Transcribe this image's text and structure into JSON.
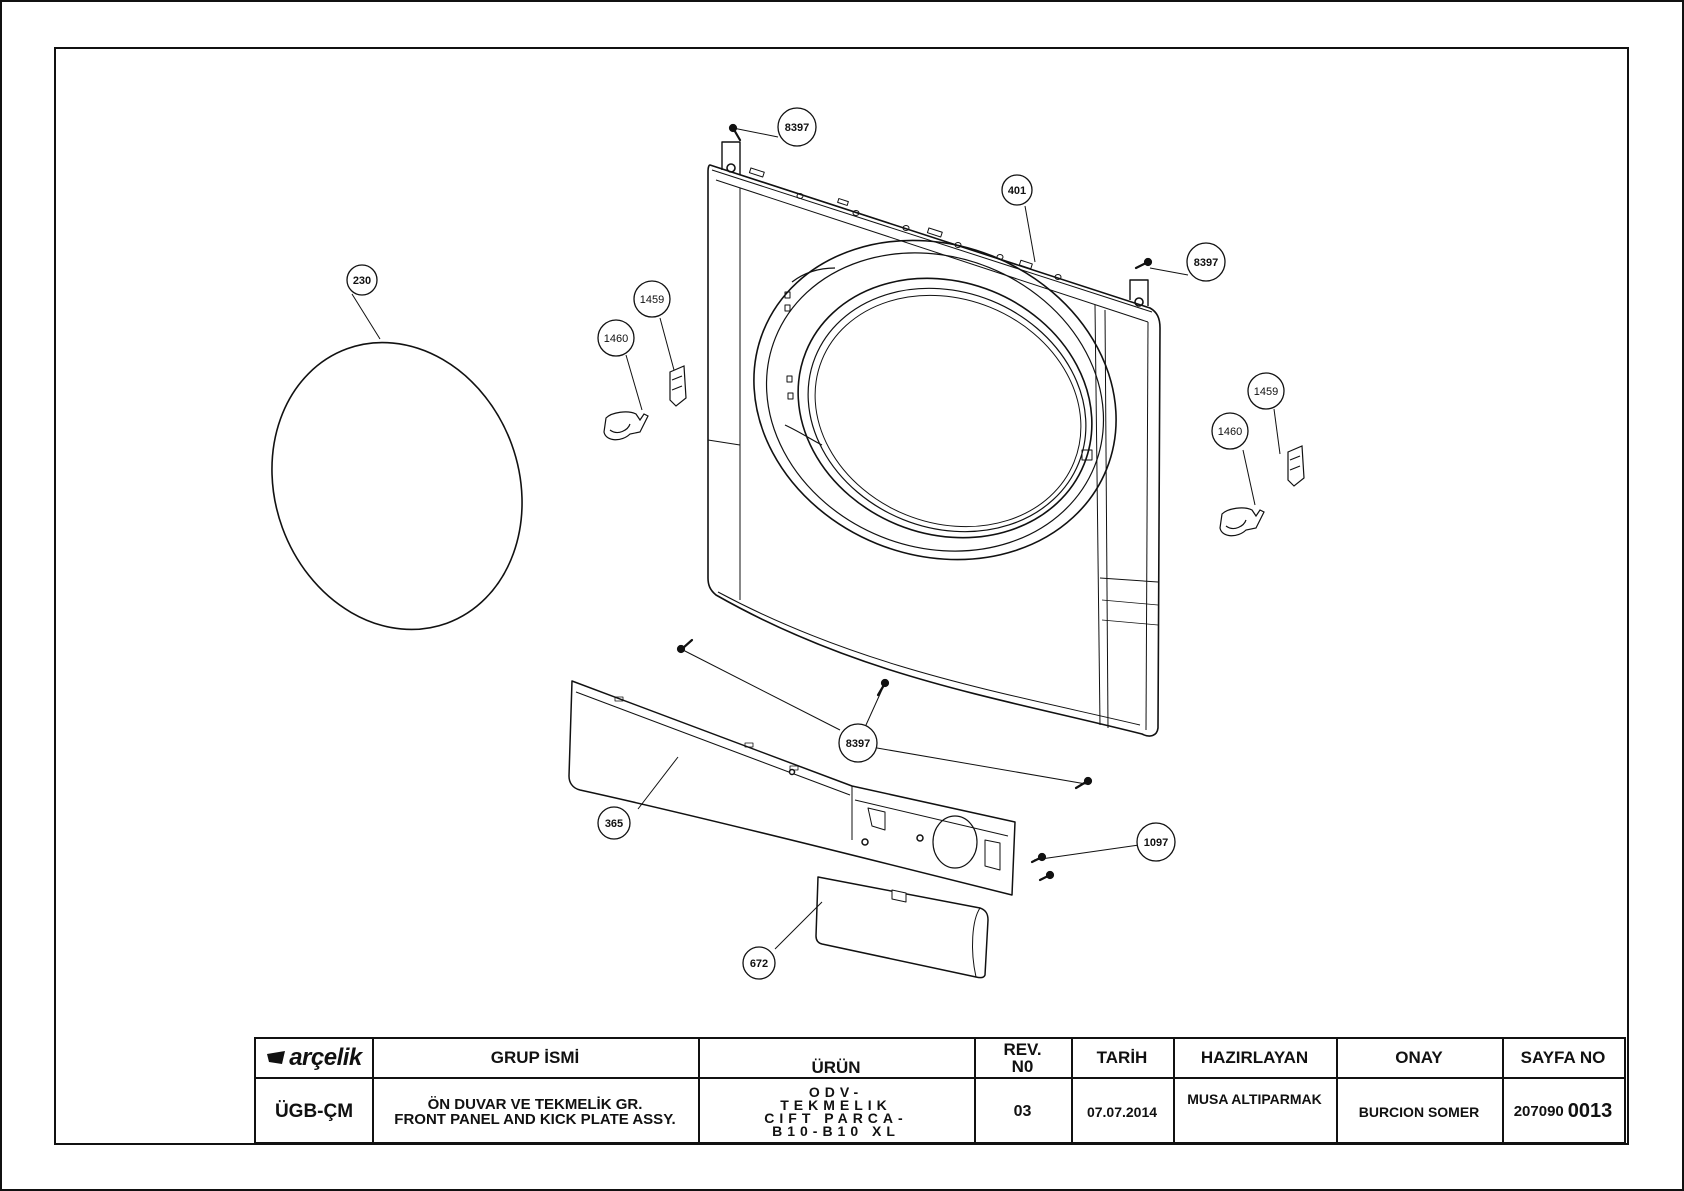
{
  "parts": [
    {
      "id": "panel-top-screw-left",
      "label": "8397"
    },
    {
      "id": "top-rail",
      "label": "401"
    },
    {
      "id": "panel-top-screw-right",
      "label": "8397"
    },
    {
      "id": "door-glass",
      "label": "230"
    },
    {
      "id": "hinge-left-upper",
      "label": "1459"
    },
    {
      "id": "hinge-left-lower",
      "label": "1460"
    },
    {
      "id": "hinge-right-upper",
      "label": "1459"
    },
    {
      "id": "hinge-right-lower",
      "label": "1460"
    },
    {
      "id": "kick-plate-screws",
      "label": "8397"
    },
    {
      "id": "kick-plate",
      "label": "365"
    },
    {
      "id": "service-screws",
      "label": "1097"
    },
    {
      "id": "service-cover",
      "label": "672"
    }
  ],
  "title_block": {
    "logo": "arçelik",
    "headers": {
      "group": "GRUP İSMİ",
      "product": "ÜRÜN",
      "rev": [
        "REV.",
        "N0"
      ],
      "date": "TARİH",
      "prepared": "HAZIRLAYAN",
      "approval": "ONAY",
      "page": "SAYFA NO"
    },
    "values": {
      "code": "ÜGB-ÇM",
      "group_tr": "ÖN DUVAR VE TEKMELİK GR.",
      "group_en": "FRONT PANEL AND KICK PLATE ASSY.",
      "product_lines": [
        "ODV-",
        "TEKMELIK",
        "CIFT PARCA-",
        "B10-B10 XL"
      ],
      "rev": "03",
      "date": "07.07.2014",
      "prepared_by": "MUSA ALTIPARMAK",
      "approved_by": "BURCION SOMER",
      "page_prefix": "207090",
      "page_number": "0013"
    }
  }
}
